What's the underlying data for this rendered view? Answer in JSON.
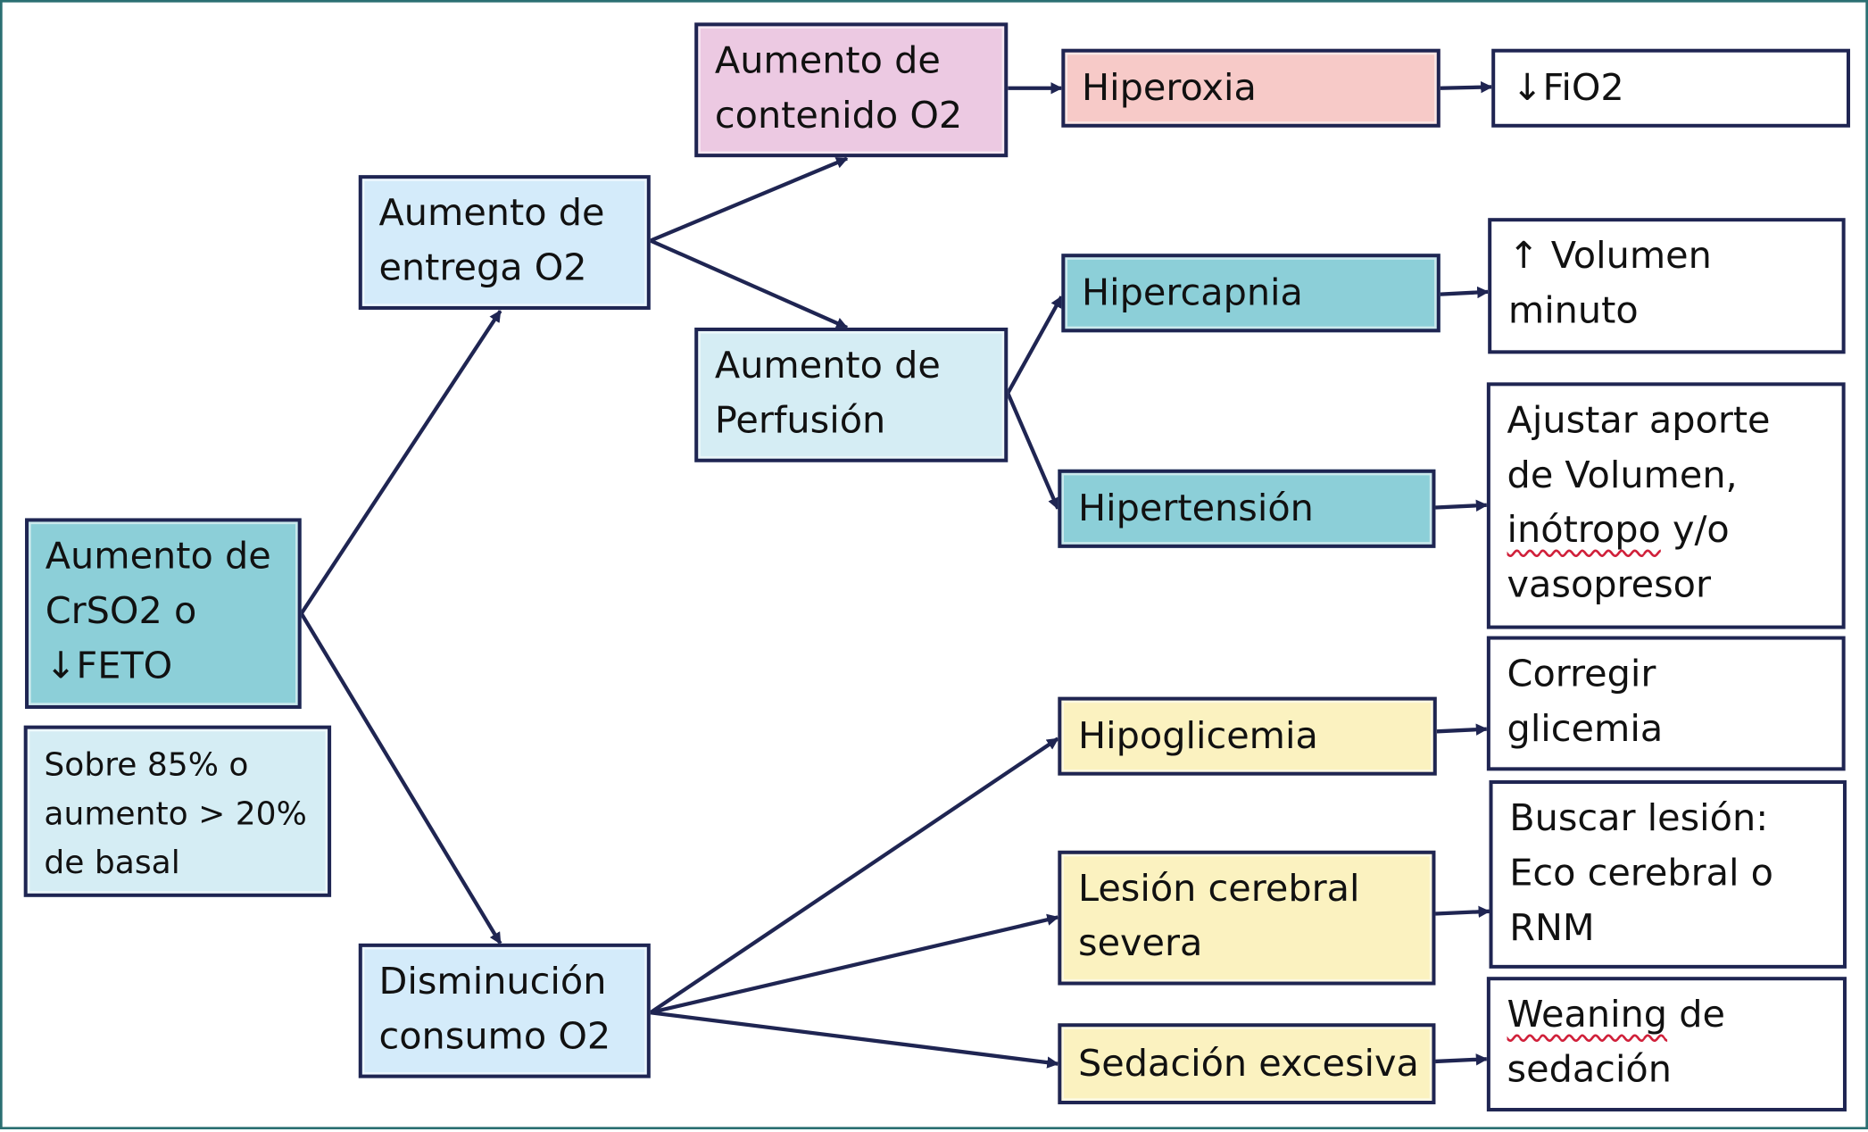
{
  "colors": {
    "border": "#1f2552",
    "arrow": "#1f2552",
    "frame": "#2b6f72",
    "teal_fill": "#8ccfd8",
    "light_blue_fill": "#d5edf4",
    "sky_blue_fill": "#d4ebfa",
    "pink_fill": "#ecc9e2",
    "salmon_fill": "#f7cac8",
    "yellow_fill": "#fbf2c0",
    "white_fill": "#ffffff",
    "spellcheck_underline": "#d0203a"
  },
  "nodes": {
    "root": {
      "lines": [
        "Aumento de",
        "CrSO2 o",
        "↓FETO"
      ]
    },
    "root_note": {
      "lines": [
        "Sobre 85% o",
        "aumento > 20%",
        "de basal"
      ]
    },
    "delivery": {
      "lines": [
        "Aumento de",
        "entrega O2"
      ]
    },
    "consumption": {
      "lines": [
        "Disminución",
        "consumo O2"
      ]
    },
    "o2_content": {
      "lines": [
        "Aumento de",
        "contenido O2"
      ]
    },
    "perfusion": {
      "lines": [
        "Aumento de",
        "Perfusión"
      ]
    },
    "hyperoxia": {
      "lines": [
        "Hiperoxia"
      ]
    },
    "hypercapnia": {
      "lines": [
        "Hipercapnia"
      ]
    },
    "hypertension": {
      "lines": [
        "Hipertensión"
      ]
    },
    "hypoglycemia": {
      "lines": [
        "Hipoglicemia"
      ]
    },
    "brain_injury": {
      "lines": [
        "Lesión cerebral",
        "severa"
      ]
    },
    "sedation": {
      "lines": [
        "Sedación excesiva"
      ]
    },
    "action_fio2": {
      "lines": [
        "↓FiO2"
      ]
    },
    "action_volume": {
      "lines": [
        "↑ Volumen",
        "minuto"
      ]
    },
    "action_adjust": {
      "lines": [
        "Ajustar aporte",
        "de Volumen,",
        "inótropo y/o",
        "vasopresor"
      ],
      "spellcheck_word": "inótropo"
    },
    "action_glycemia": {
      "lines": [
        "Corregir",
        "glicemia"
      ]
    },
    "action_search": {
      "lines": [
        "Buscar lesión:",
        "Eco cerebral o",
        "RNM"
      ]
    },
    "action_weaning": {
      "lines": [
        "Weaning de",
        "sedación"
      ],
      "spellcheck_word": "Weaning"
    }
  },
  "edges": [
    {
      "from": "root",
      "to": "delivery"
    },
    {
      "from": "root",
      "to": "consumption"
    },
    {
      "from": "delivery",
      "to": "o2_content"
    },
    {
      "from": "delivery",
      "to": "perfusion"
    },
    {
      "from": "o2_content",
      "to": "hyperoxia"
    },
    {
      "from": "perfusion",
      "to": "hypercapnia"
    },
    {
      "from": "perfusion",
      "to": "hypertension"
    },
    {
      "from": "consumption",
      "to": "hypoglycemia"
    },
    {
      "from": "consumption",
      "to": "brain_injury"
    },
    {
      "from": "consumption",
      "to": "sedation"
    },
    {
      "from": "hyperoxia",
      "to": "action_fio2"
    },
    {
      "from": "hypercapnia",
      "to": "action_volume"
    },
    {
      "from": "hypertension",
      "to": "action_adjust"
    },
    {
      "from": "hypoglycemia",
      "to": "action_glycemia"
    },
    {
      "from": "brain_injury",
      "to": "action_search"
    },
    {
      "from": "sedation",
      "to": "action_weaning"
    }
  ]
}
